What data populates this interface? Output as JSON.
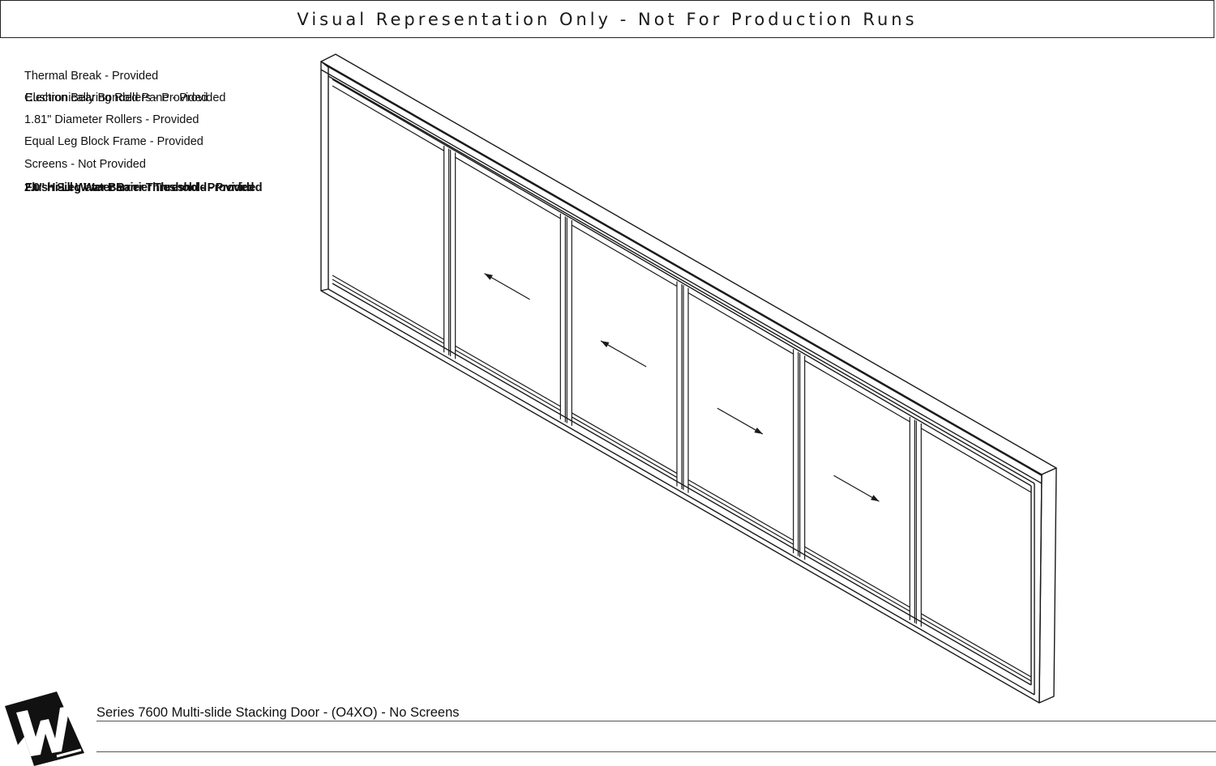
{
  "header": {
    "banner_text": "Visual Representation Only - Not For Production Runs"
  },
  "features": {
    "thermal_break": "Thermal Break - Provided",
    "overlap_line_a": "Cushion Bearing Rollers - Provided",
    "overlap_line_b": "Electronically Bonded Pane - Provided",
    "rollers": "1.81\" Diameter Rollers - Provided",
    "block_frame": "Equal Leg Block Frame - Provided",
    "screens": "Screens - Not Provided",
    "threshold_line_a": "2.0\" Hi-Leg Water Barrier Threshold - Provided",
    "threshold_line_b": "Flush Sill Water Barrier Threshold - Provided"
  },
  "caption": {
    "product_title": "Series 7600 Multi-slide Stacking Door - (O4XO) - No Screens"
  },
  "panels": [
    {
      "type": "fixed",
      "arrow": "none"
    },
    {
      "type": "sliding",
      "arrow": "left"
    },
    {
      "type": "sliding",
      "arrow": "left"
    },
    {
      "type": "sliding",
      "arrow": "right"
    },
    {
      "type": "sliding",
      "arrow": "right"
    },
    {
      "type": "fixed",
      "arrow": "none"
    }
  ],
  "colors": {
    "line": "#1a1a1a",
    "frame_fill": "#ffffff",
    "logo": "#111111"
  },
  "icons": {
    "logo": "w-brand-logo"
  }
}
